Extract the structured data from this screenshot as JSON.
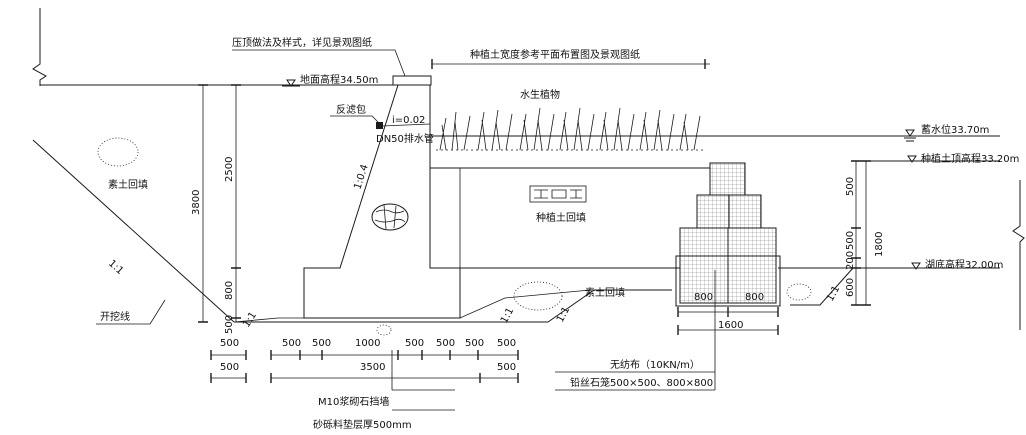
{
  "notes": {
    "coping": "压顶做法及样式，详见景观图纸",
    "planting_width": "种植土宽度参考平面布置图及景观图纸",
    "ground_level": "地面高程34.50m",
    "filter_bag": "反滤包",
    "slope_i": "i=0.02",
    "drain_pipe": "DN50排水管",
    "aquatic_plants": "水生植物",
    "wall_slope": "1:0.4",
    "plain_fill_left": "素土回填",
    "plain_fill_mid": "素土回填",
    "planting_fill": "种植土回填",
    "water_level": "蓄水位33.70m",
    "soil_top": "种植土顶高程33.20m",
    "lake_bottom": "湖底高程32.00m",
    "excavation_line": "开挖线",
    "slope_left": "1:1",
    "slope_footing": "1:1",
    "slope_trench_a": "1:1",
    "slope_trench_b": "1:1",
    "slope_right": "1:1",
    "geotextile": "无纺布（10KN/m）",
    "gabion": "铅丝石笼500×500、800×800",
    "retaining_wall": "M10浆砌石挡墙",
    "gravel_cushion": "砂砾料垫层厚500mm"
  },
  "dimensions": {
    "h_3800": "3800",
    "h_2500": "2500",
    "h_800": "800",
    "h_500": "500",
    "r_500_top": "500",
    "r_500_mid": "500",
    "r_200": "200",
    "r_600": "600",
    "r_1800": "1800",
    "g_800_a": "800",
    "g_800_b": "800",
    "g_1600": "1600",
    "b_500_left1": "500",
    "b_500_a": "500",
    "b_500_b": "500",
    "b_1000": "1000",
    "b_500_c": "500",
    "b_500_d": "500",
    "b_500_e": "500",
    "b_500_f": "500",
    "b_500_left2": "500",
    "b_3500": "3500",
    "b_500_right2": "500"
  }
}
